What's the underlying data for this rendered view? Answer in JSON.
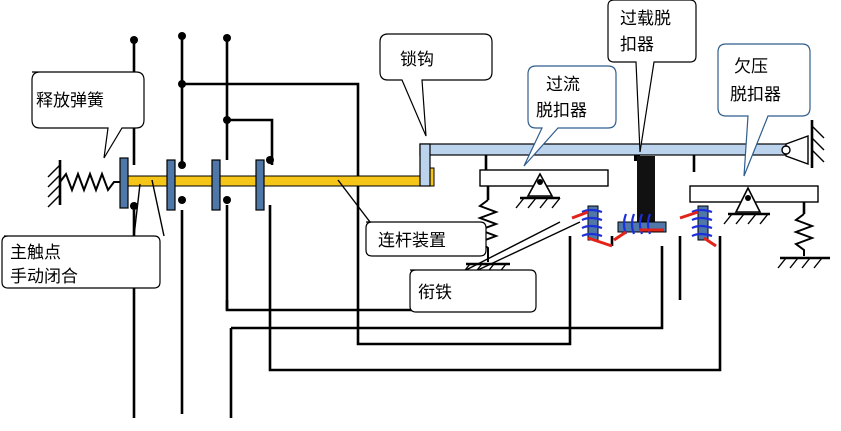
{
  "labels": {
    "release_spring": "释放弹簧",
    "main_contact_line1": "主触点",
    "main_contact_line2": "手动闭合",
    "latch": "锁钩",
    "overcurrent_release_line1": "过流",
    "overcurrent_release_line2": "脱扣器",
    "overload_release_line1": "过载脱",
    "overload_release_line2": "扣器",
    "undervoltage_release_line1": "欠压",
    "undervoltage_release_line2": "脱扣器",
    "linkage": "连杆装置",
    "armature": "衔铁"
  },
  "colors": {
    "linkage_bar": "#f5c518",
    "latch_bar": "#bcd3ee",
    "contact_pad": "#4f78a8",
    "coil": "#1c2fd8",
    "armature_line": "#e2231a",
    "callout_border_blue": "#2f5d8c"
  }
}
